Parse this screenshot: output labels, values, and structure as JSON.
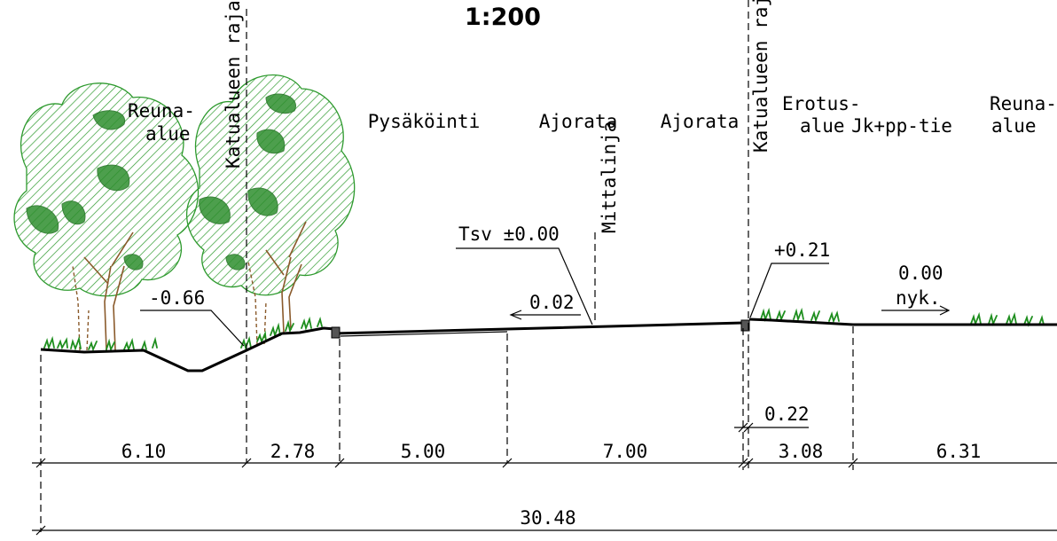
{
  "scale": "1:200",
  "zones": {
    "reuna_left": [
      "Reuna-",
      "alue"
    ],
    "pysakointi": "Pysäköinti",
    "ajorata_1": "Ajorata",
    "ajorata_2": "Ajorata",
    "erotus": [
      "Erotus-",
      "alue"
    ],
    "jkpp": "Jk+pp-tie",
    "reuna_right": [
      "Reuna-",
      "alue"
    ]
  },
  "vertical_labels": {
    "katualue_left": "Katualueen raja",
    "katualue_right": "Katualueen raja",
    "mittalinja": "Mittalinja"
  },
  "elevations": {
    "tsv": "Tsv ±0.00",
    "left_ditch": "-0.66",
    "right_edge": "+0.21",
    "slope": "0.02",
    "existing_value": "0.00",
    "existing_label": "nyk."
  },
  "dimensions": {
    "segments": [
      "6.10",
      "2.78",
      "5.00",
      "7.00",
      "3.08",
      "6.31"
    ],
    "curb": "0.22",
    "total": "30.48"
  },
  "colors": {
    "tree_outline": "#2e9a2e",
    "tree_fill": "#2f8f2f",
    "trunk": "#8a5a2b",
    "grass": "#1f8f1f",
    "lines": "#000000"
  }
}
